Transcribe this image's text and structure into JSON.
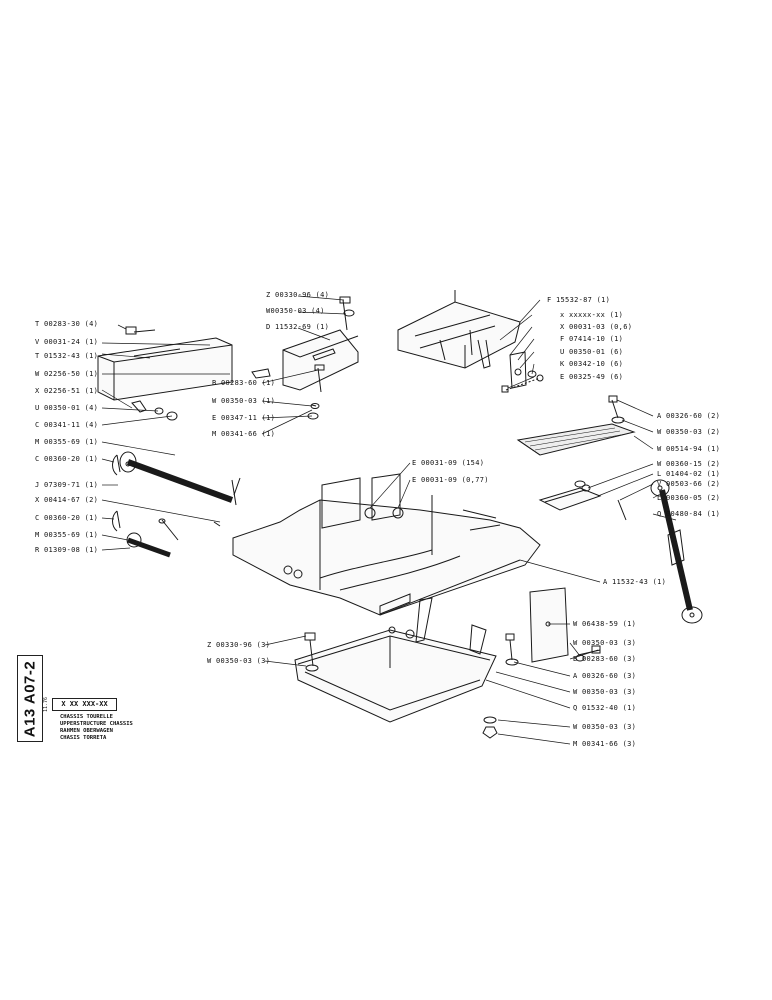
{
  "sheet": {
    "code": "A13 A07-2",
    "date": "11.76",
    "part_number": "X XX XXX-XX",
    "titles": [
      "CHASSIS TOURELLE",
      "UPPERSTRUCTURE CHASSIS",
      "RAHMEN OBERWAGEN",
      "CHASIS TORRETA"
    ]
  },
  "callouts": {
    "z_00330_96_4": "Z 00330-96 (4)",
    "w_00350_03_4": "W00350-03 (4)",
    "d_11532_69_1": "D 11532-69 (1)",
    "t_00283_30_4": "T 00283-30 (4)",
    "v_00031_24_1": "V 00031-24 (1)",
    "t_01532_43_1": "T 01532-43 (1)",
    "w_02256_50_1": "W 02256-50 (1)",
    "x_02256_51_1": "X 02256-51 (1)",
    "u_00350_01_4": "U 00350-01 (4)",
    "c_00341_11_4": "C 00341-11 (4)",
    "m_00355_69_1a": "M 00355-69 (1)",
    "c_00360_20_1a": "C 00360-20 (1)",
    "j_07309_71_1": "J 07309-71 (1)",
    "x_00414_67_2": "X 00414-67 (2)",
    "c_00360_20_1b": "C 00360-20 (1)",
    "m_00355_69_1b": "M 00355-69 (1)",
    "r_01309_08_1": "R 01309-08 (1)",
    "b_00283_60_1": "B 00283-60 (1)",
    "w_00350_03_1": "W 00350-03 (1)",
    "e_00347_11_1": "E 00347-11 (1)",
    "m_00341_66_1": "M 00341-66 (1)",
    "e_00031_09_154": "E 00031-09 (154)",
    "e_00031_09_077": "E 00031-09 (0,77)",
    "f_15532_87_1": "F 15532-87 (1)",
    "x_xxxxx_xx_1": "x xxxxx-xx (1)",
    "x_00031_03_06": "X 00031-03 (0,6)",
    "f_07414_10_1": "F 07414-10 (1)",
    "u_00350_01_6": "U 00350-01 (6)",
    "k_00342_10_6": "K 00342-10 (6)",
    "e_00325_49_6": "E 00325-49 (6)",
    "a_00326_60_2": "A 00326-60 (2)",
    "w_00350_03_2": "W 00350-03 (2)",
    "w_00514_94_1": "W 00514-94 (1)",
    "w_00360_15_2": "W 00360-15 (2)",
    "l_01404_02_1": "L 01404-02 (1)",
    "v_00503_66_2": "V 00503-66 (2)",
    "l_00360_05_2": "L 00360-05 (2)",
    "q_00480_84_1": "Q 00480-84 (1)",
    "a_11532_43_1": "A 11532-43 (1)",
    "w_06438_59_1": "W 06438-59 (1)",
    "w_00350_03_3a": "W 00350-03 (3)",
    "b_00283_60_3": "B 00283-60 (3)",
    "a_00326_60_3": "A 00326-60 (3)",
    "w_00350_03_3b": "W 00350-03 (3)",
    "q_01532_40_1": "Q 01532-40 (1)",
    "w_00350_03_3c": "W 00350-03 (3)",
    "m_00341_66_3": "M 00341-66 (3)",
    "z_00330_96_3": "Z 00330-96 (3)",
    "w_00350_03_3d": "W 00350-03 (3)"
  }
}
